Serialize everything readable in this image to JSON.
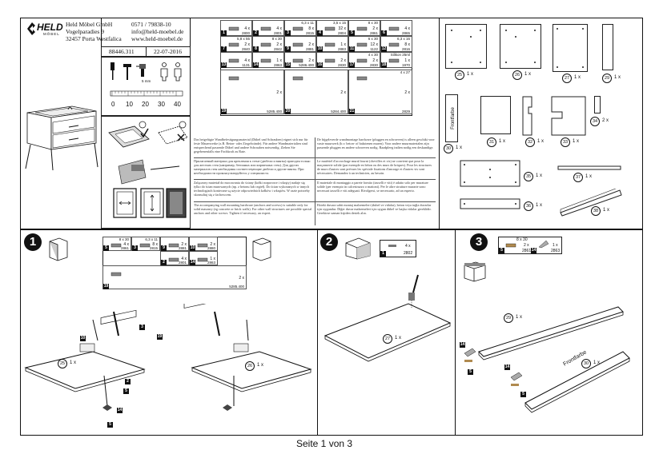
{
  "company": {
    "brand": "HELD",
    "brand_sub": "MÖBEL",
    "name": "Held Möbel GmbH",
    "street": "Vogelparadies 9",
    "city": "32457 Porta Westfalica",
    "phone": "0571 / 79838-10",
    "email": "info@held-moebel.de",
    "web": "www.held-moebel.de"
  },
  "doc": {
    "article": "88446.311",
    "date": "22-07-2016",
    "drill_size": "5 mm",
    "ruler_ticks": [
      "0",
      "10",
      "20",
      "30",
      "40"
    ],
    "footer": "Seite 1 von 3"
  },
  "hardware": [
    {
      "num": "1",
      "qty": "4 x",
      "code": "2800"
    },
    {
      "num": "2",
      "qty": "4 x",
      "code": "2801"
    },
    {
      "num": "3",
      "size": "6,3 x 11",
      "qty": "8 x",
      "code": "2815"
    },
    {
      "num": "4",
      "size": "3,5 x 15",
      "qty": "32 x",
      "code": "2804"
    },
    {
      "num": "5",
      "size": "8 x 30",
      "qty": "2 x",
      "code": "2861"
    },
    {
      "num": "6",
      "qty": "4 x",
      "code": "2865"
    },
    {
      "num": "7",
      "size": "5,8 x 55",
      "qty": "2 x",
      "code": "2840"
    },
    {
      "num": "8",
      "size": "8 x 30",
      "qty": "2 x",
      "code": "2842"
    },
    {
      "num": "9",
      "qty": "2 x",
      "code": "2881"
    },
    {
      "num": "10",
      "qty": "1 x",
      "code": "2883"
    },
    {
      "num": "11",
      "size": "6 x 30",
      "qty": "12 x",
      "code": "1122"
    },
    {
      "num": "12",
      "size": "6,3 x 16",
      "qty": "8 x",
      "code": "2816"
    },
    {
      "num": "13",
      "qty": "4 x",
      "code": "1131"
    },
    {
      "num": "14",
      "qty": "1 x",
      "code": "2863"
    },
    {
      "num": "15",
      "qty": "2 x",
      "code": "5286.400"
    },
    {
      "num": "16",
      "qty": "2 x",
      "code": "2830"
    },
    {
      "num": "17",
      "size": "4 x 30",
      "qty": "2 x",
      "code": "2830"
    },
    {
      "num": "18",
      "size": "Silikon 25ml",
      "qty": "1 x",
      "code": "1970"
    },
    {
      "num": "19",
      "qty": "2 x",
      "code": "5285.400"
    },
    {
      "num": "20",
      "qty": "2 x",
      "code": "5284.400"
    },
    {
      "num": "21",
      "size": "4 x 27",
      "qty": "2 x",
      "code": "2829"
    }
  ],
  "texts": {
    "de": "Das beigefügte Wandbefestigungsmaterial (Dübel und Schrauben) eignet sich nur für feste Mauerwerke (z.B. Beton- oder Ziegelwände). Für andere Wandmaterialien sind entsprechend passende Dübel und andere Schrauben notwendig. Ziehen Sie gegebenenfalls eine Fachkraft zu Rate.",
    "nl": "De bijgeleverde wandmontage hardware (pluggen en schroeven) is alleen geschikt voor vaste muurwerk (b.v. beton- of bakstenen muren). Voor andere muurmaterialen zijn passende pluggen en andere schroeven nodig. Raadpleeg indien nodig een deskundige.",
    "ru": "Прилагаемый материал для крепления к стене (дюбели и винты) пригоден только для жестких стен (например, бетонных или кирпичных стен). Для других материалов стен необходимы соответствующие дюбели и другие винты. При необходимости проконсультируйтесь у специалиста.",
    "fr": "Le matériel d'accrochage mural fourni (chevilles et vis) ne convient que pour la maçonnerie solide (par exemple en béton ou des murs de briques). Pour les structures de murs d'autres sont prévues les spéciale fixations d'ancrage et d'autres vis sont nécessaires. Demandez à un technicien, au besoin.",
    "pl": "Załączony materiał do mocowania do ściany (kołki rozporowe i wkręty) nadaje się tylko do ścian murowanych (np. z betonu lub cegieł). Do ścian wykonanych w innych technologiach konieczne są użycie odpowiednich kołków i wkrętów. W razie potrzeby skonsultuj się z fachowcem.",
    "it": "Il materiale di montaggio a parete fornito (tasselli e viti) è adatto solo per murature solide (per esempio in calcestruzzo o mattoni). Per le altre strutture murarie sono necessari tasselli e viti adeguati. Rivolgersi, se necessario, ad un esperto.",
    "en": "The accompanying wall mounting hardware (anchors and screws) is suitable only for solid masonry (eg concrete or brick walls). For other wall structures are possible special anchors and other screws. Tighten if necessary, an expert.",
    "tr": "Ekteki duvara sabit montaj malzemeleri (dubel ve vidalar), beton veya tuğla duvarlar için uygundur. Diğer duvar malzemeleri için uygun dübel ve başka vidalar gereklidir. Gerekirse uzman kişiden destek alın."
  },
  "parts": [
    {
      "num": "25",
      "qty": "1 x"
    },
    {
      "num": "26",
      "qty": "1 x"
    },
    {
      "num": "27",
      "qty": "1 x"
    },
    {
      "num": "29",
      "qty": "1 x"
    },
    {
      "num": "30",
      "qty": "1 x",
      "label": "Frontfarbe"
    },
    {
      "num": "31",
      "qty": "1 x"
    },
    {
      "num": "32",
      "qty": "1 x"
    },
    {
      "num": "33",
      "qty": "1 x"
    },
    {
      "num": "34",
      "qty": "2 x"
    },
    {
      "num": "35",
      "qty": "1 x"
    },
    {
      "num": "36",
      "qty": "1 x"
    },
    {
      "num": "37",
      "qty": "1 x"
    },
    {
      "num": "38",
      "qty": "1 x"
    }
  ],
  "step1": {
    "num": "1",
    "hardware": [
      {
        "num": "5",
        "size": "8 x 30",
        "qty": "4 x",
        "code": "2861"
      },
      {
        "num": "3",
        "size": "6,3 x 11",
        "qty": "8 x",
        "code": "2815"
      },
      {
        "num": "9",
        "qty": "2 x",
        "code": "2881"
      },
      {
        "num": "10",
        "qty": "2 x",
        "code": "2880"
      },
      {
        "num": "2",
        "qty": "4 x",
        "code": "2801"
      },
      {
        "num": "14",
        "qty": "1 x",
        "code": "2863"
      },
      {
        "num": "19",
        "qty": "2 x",
        "code": "5285.400"
      }
    ],
    "callouts": [
      "10",
      "3",
      "19",
      "2",
      "5",
      "14",
      "5"
    ],
    "panel_left": {
      "num": "25",
      "qty": "1 x"
    },
    "panel_right": {
      "num": "26",
      "qty": "1 x"
    }
  },
  "step2": {
    "num": "2",
    "hardware": [
      {
        "num": "1",
        "qty": "4 x",
        "code": "2802"
      }
    ],
    "panel": {
      "num": "27",
      "qty": "1 x"
    }
  },
  "step3": {
    "num": "3",
    "hardware": [
      {
        "num": "5",
        "size": "8 x 30",
        "qty": "2 x",
        "code": "2861"
      },
      {
        "num": "14",
        "qty": "1 x",
        "code": "2863"
      }
    ],
    "panel_a": {
      "num": "29",
      "qty": "1 x"
    },
    "panel_b": {
      "num": "30",
      "qty": "1 x",
      "label": "Frontfarbe"
    },
    "callouts": [
      "14",
      "5",
      "14",
      "5"
    ]
  }
}
